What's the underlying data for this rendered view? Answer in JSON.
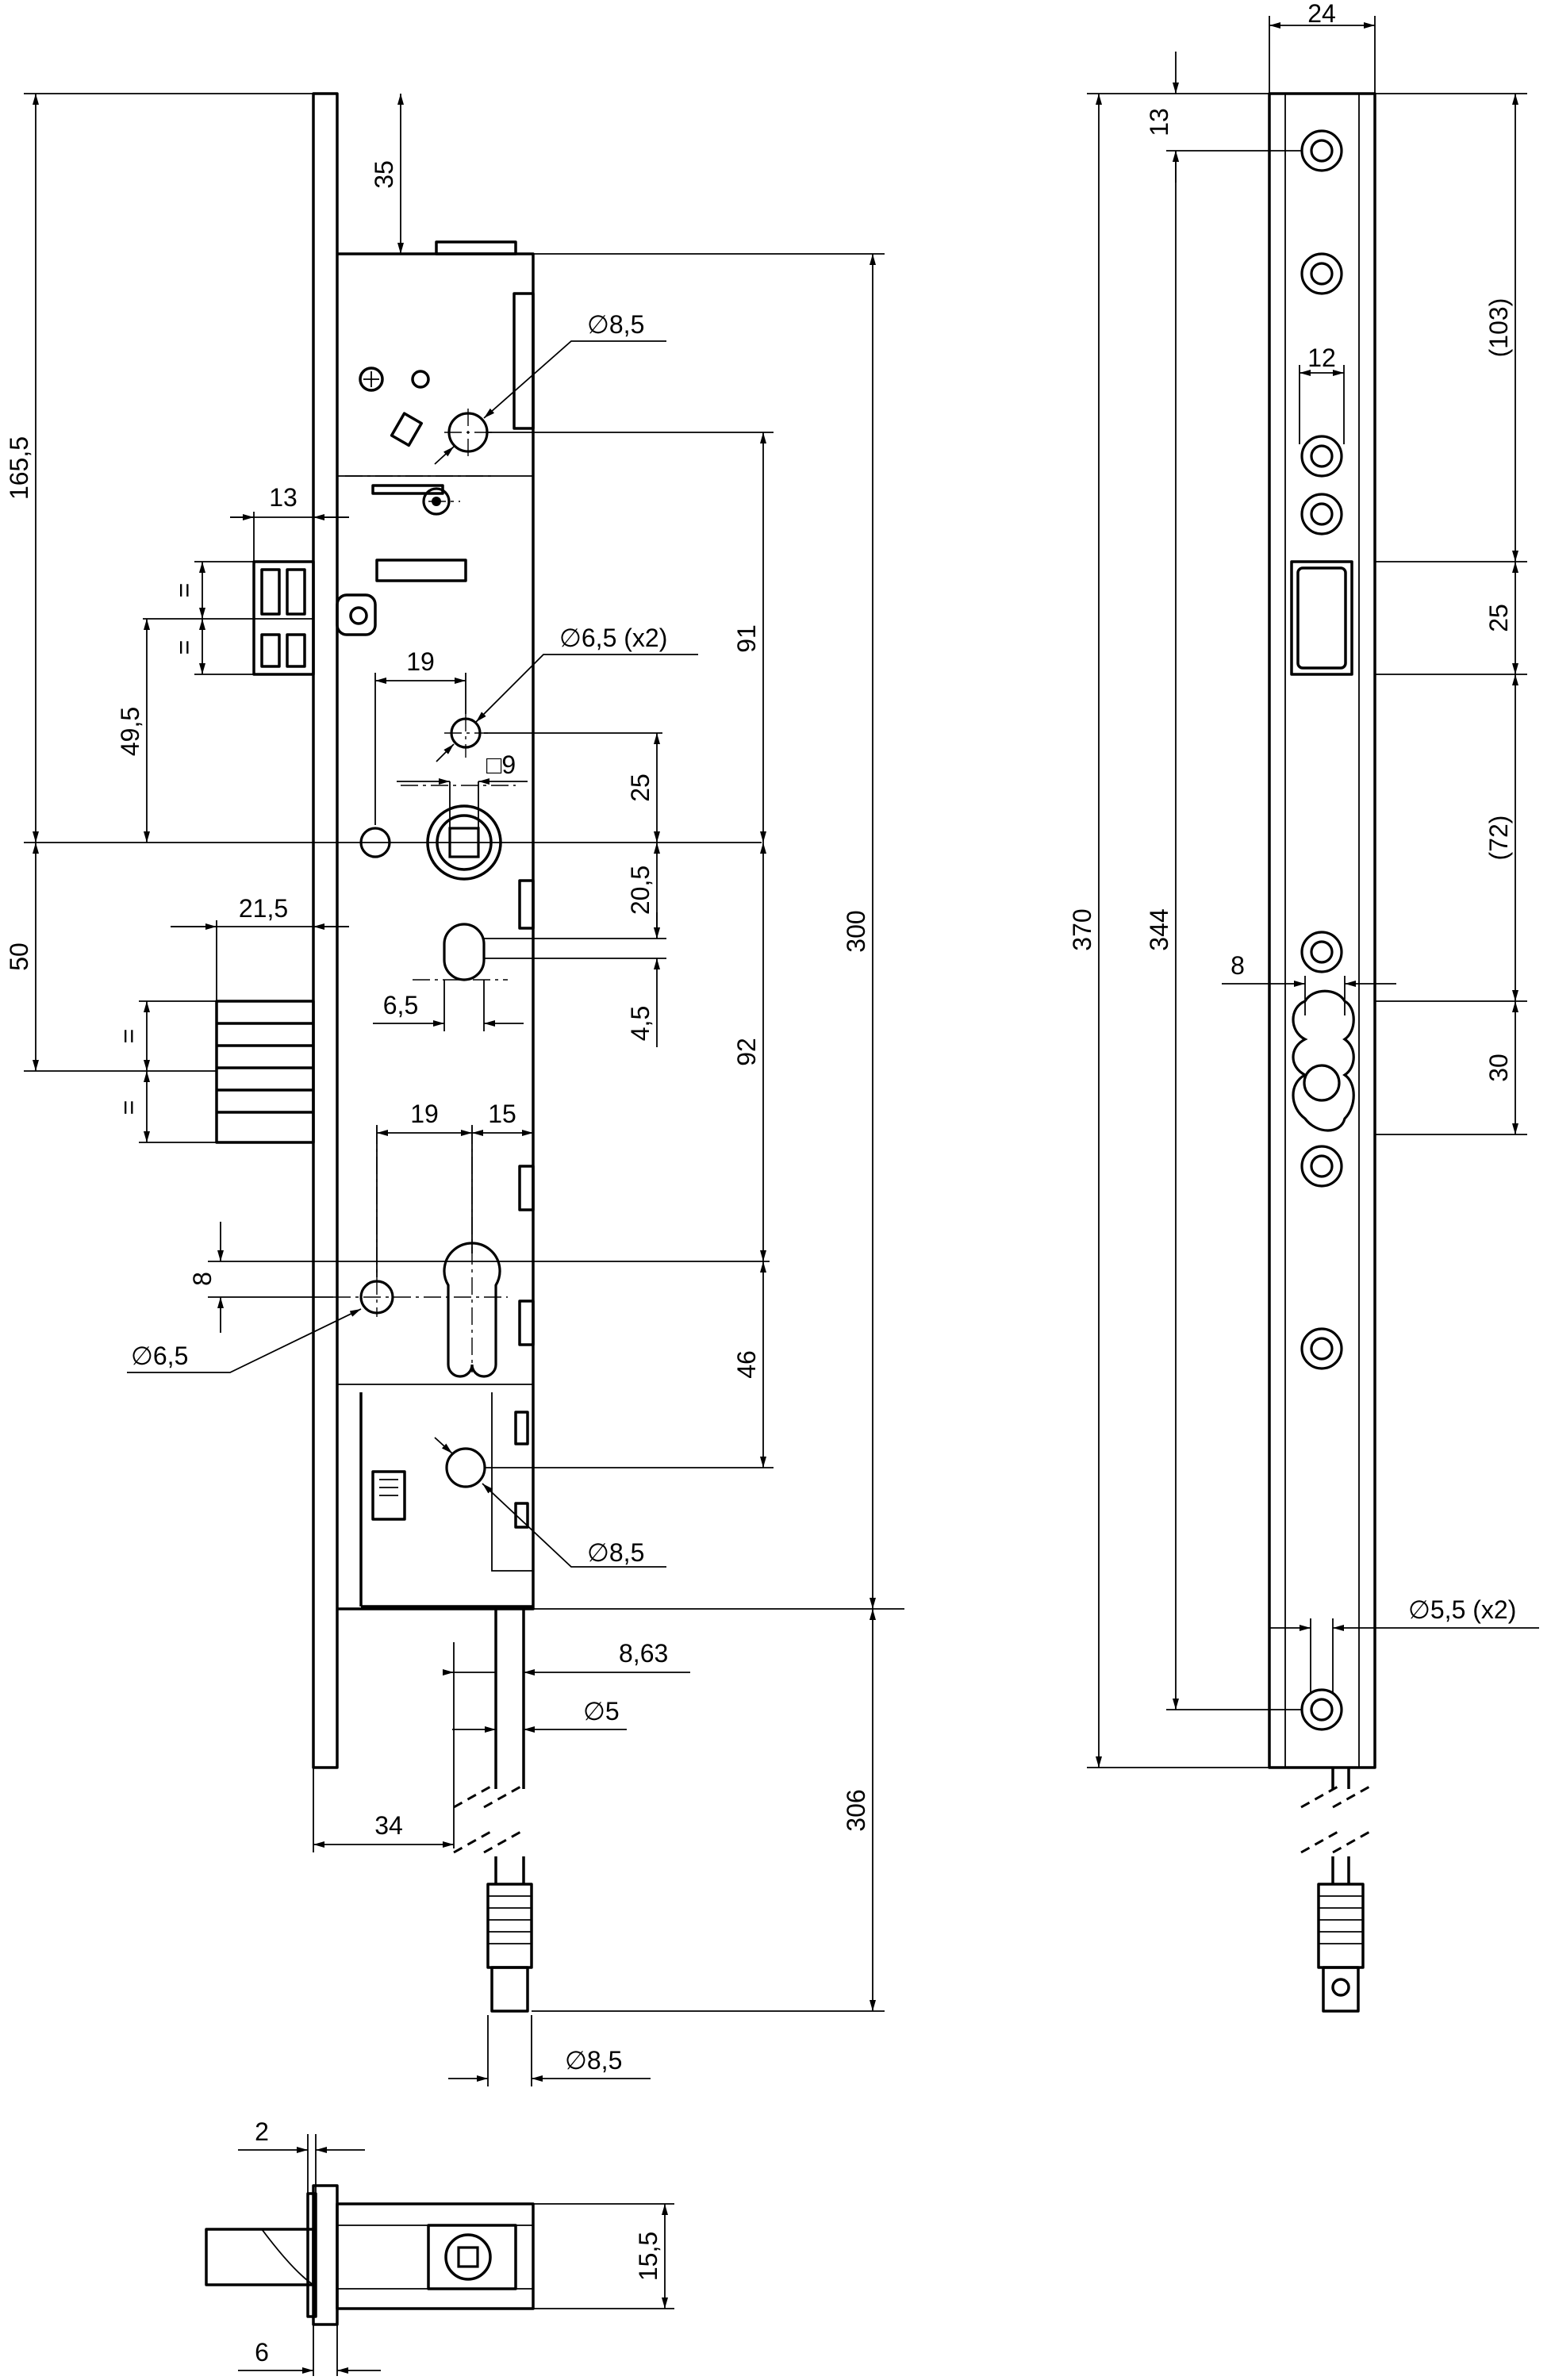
{
  "labels": {
    "d165_5": "165,5",
    "d35": "35",
    "d13_left": "13",
    "d49_5": "49,5",
    "d50": "50",
    "d21_5": "21,5",
    "eq_a": "=",
    "eq_b": "=",
    "eq_c": "=",
    "eq_d": "=",
    "d19_top": "19",
    "d25_sq": "25",
    "sq9": "□9",
    "d20_5": "20,5",
    "d6_5": "6,5",
    "d4_5": "4,5",
    "d19_mid": "19",
    "d15": "15",
    "d8_left": "8",
    "dia6_5": "∅6,5",
    "dia6_5x2": "∅6,5 (x2)",
    "dia8_5_top": "∅8,5",
    "dia8_5_mid": "∅8,5",
    "dia8_5_bot": "∅8,5",
    "d91": "91",
    "d92": "92",
    "d46": "46",
    "d300": "300",
    "d306": "306",
    "d8_63": "8,63",
    "dia5": "∅5",
    "d34": "34",
    "d2": "2",
    "d6_bottom": "6",
    "d15_5": "15,5",
    "d24": "24",
    "d13_right": "13",
    "d103": "(103)",
    "d12": "12",
    "d25_right": "25",
    "d72": "(72)",
    "d370": "370",
    "d344": "344",
    "d8_right": "8",
    "d30": "30",
    "dia5_5x2": "∅5,5 (x2)"
  },
  "icons": [
    "screw-hole-icon",
    "cylinder-profile-icon",
    "square-spindle-icon",
    "connector-plug-icon",
    "cable-break-icon"
  ]
}
